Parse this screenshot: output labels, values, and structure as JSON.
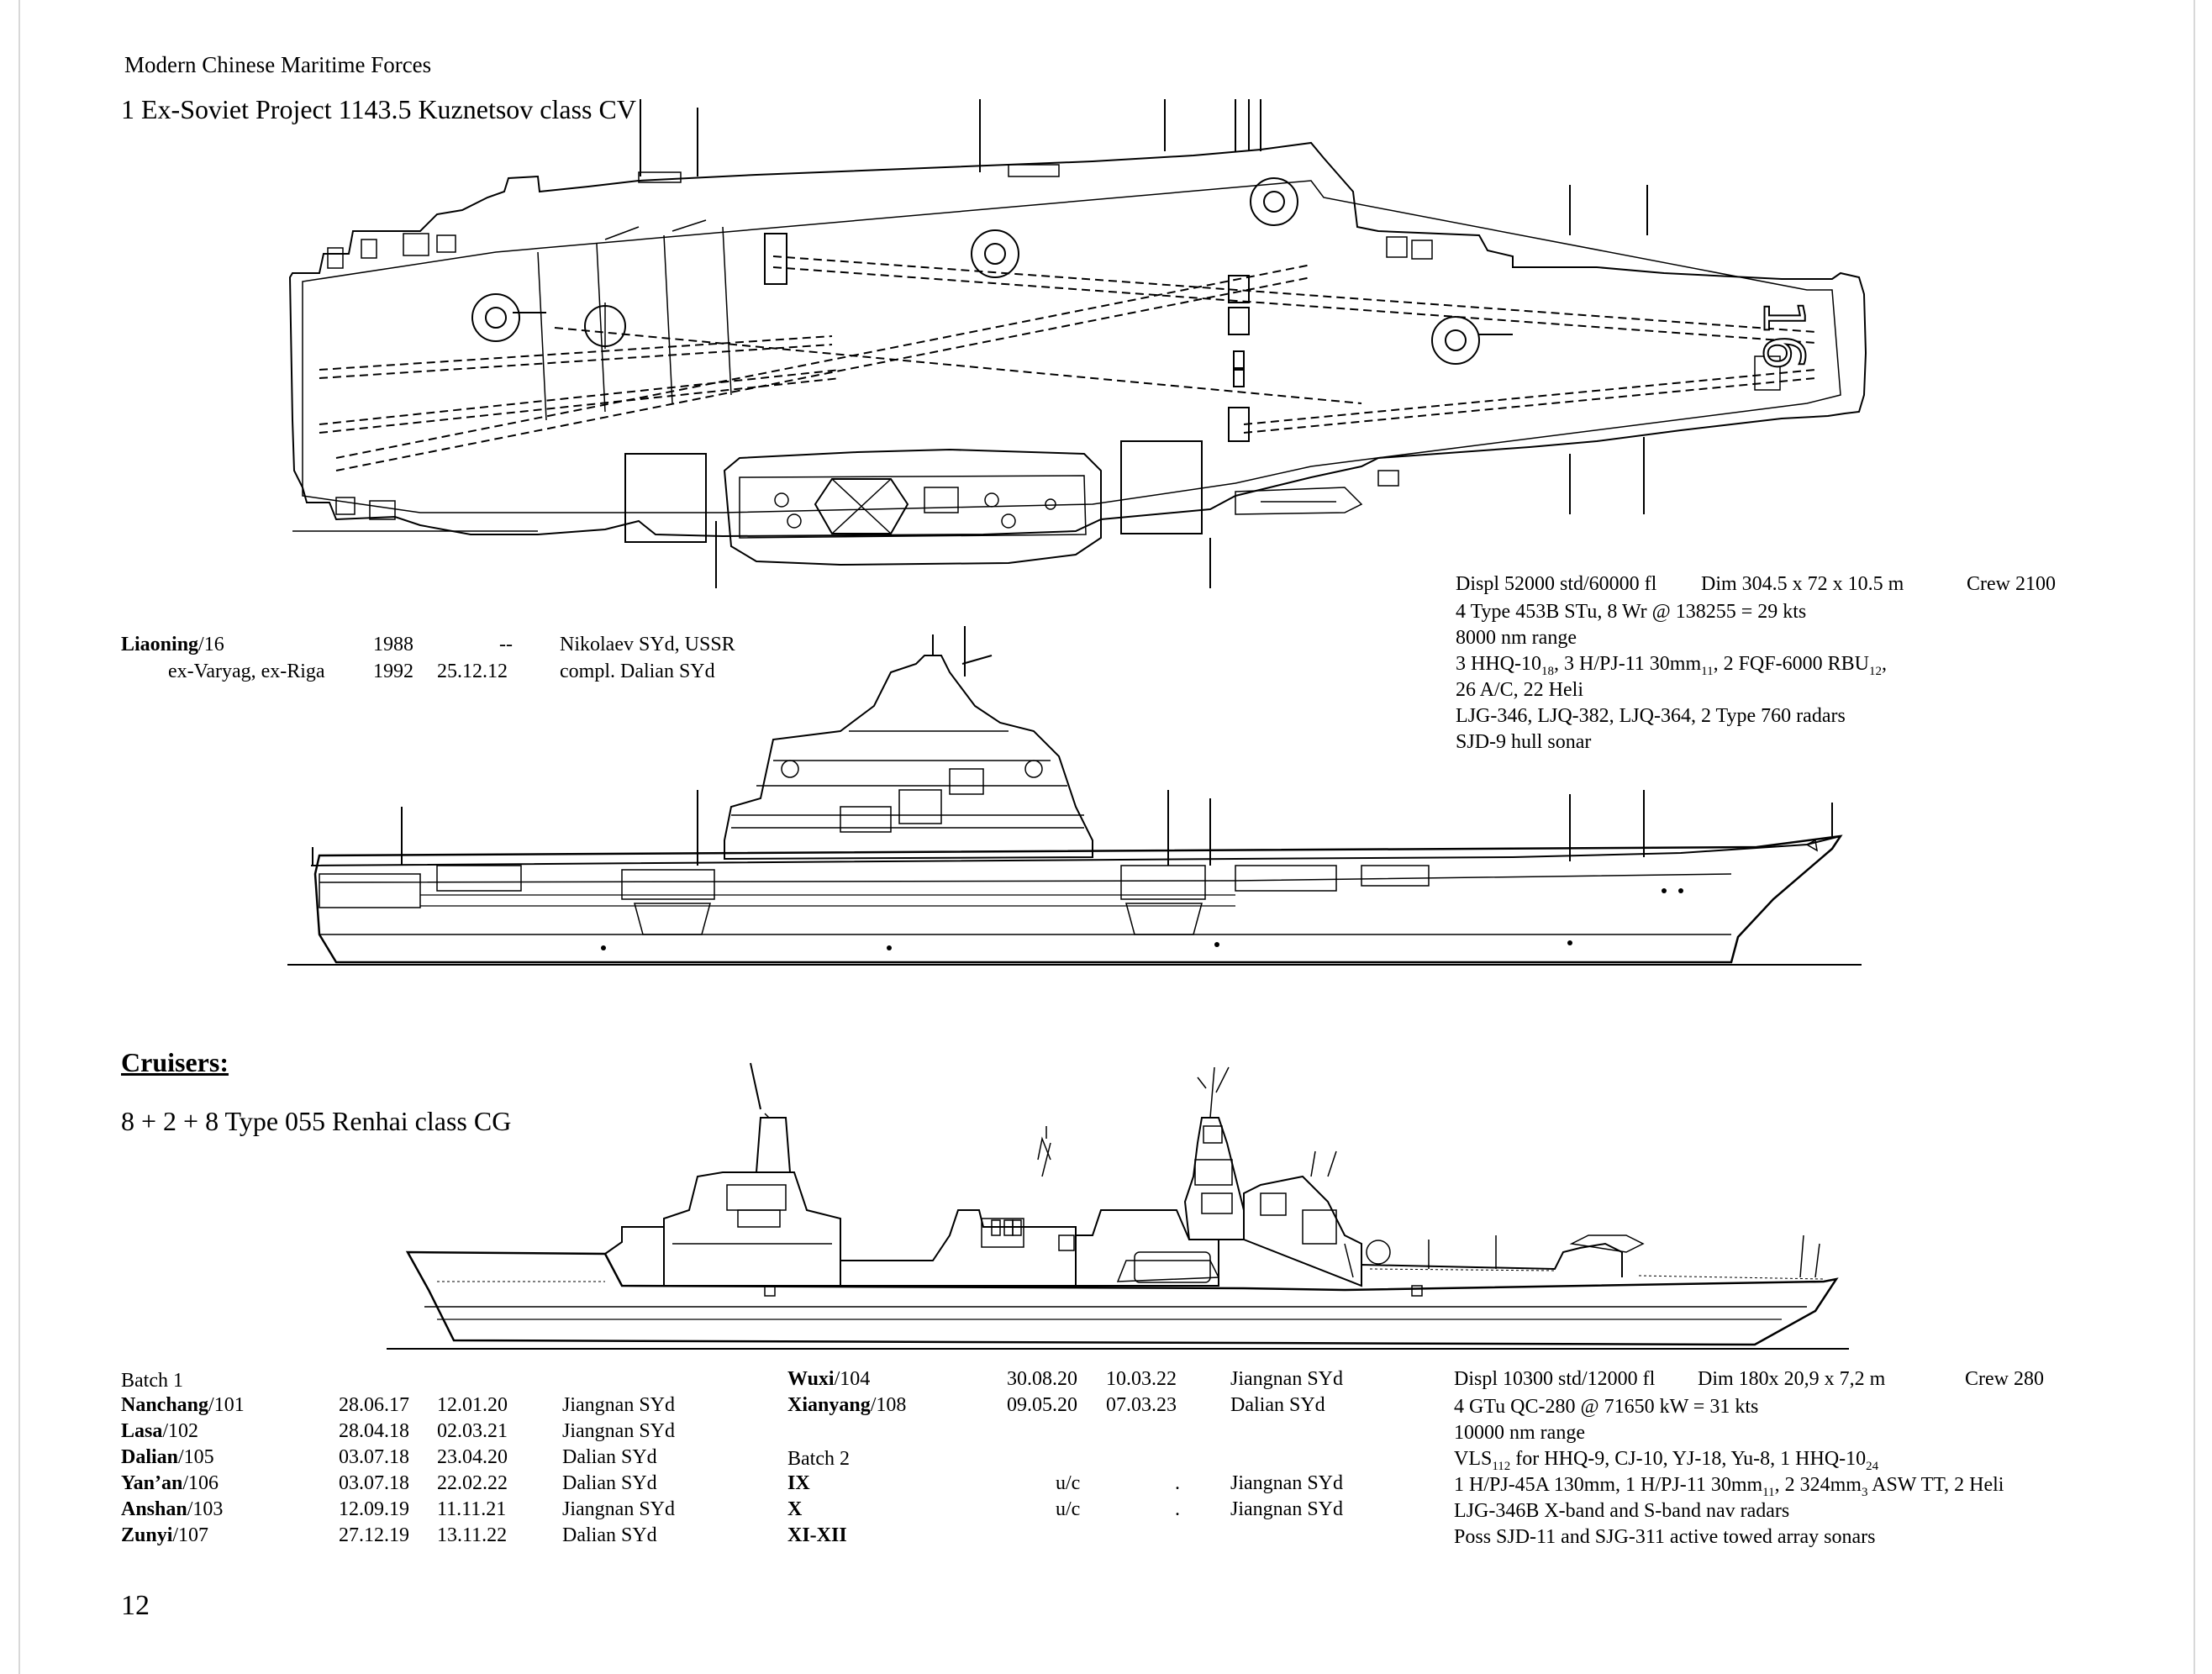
{
  "page": {
    "running_header": "Modern Chinese Maritime Forces",
    "page_number": "12"
  },
  "carrier": {
    "heading": "1 Ex-Soviet Project 1143.5 Kuznetsov class CV",
    "deck_number": "16",
    "ships": [
      {
        "name": "Liaoning",
        "pennant": "/16",
        "col1": "1988",
        "col2": "--",
        "builder": "Nikolaev SYd, USSR"
      },
      {
        "name": "",
        "pennant": "ex-Varyag, ex-Riga",
        "col1": "1992",
        "col2": "25.12.12",
        "builder": "compl. Dalian SYd"
      }
    ],
    "specs": {
      "displ": "Displ 52000 std/60000 fl",
      "dim": "Dim 304.5 x 72 x 10.5 m",
      "crew": "Crew 2100",
      "propulsion": "4 Type 453B STu, 8 Wr @ 138255 = 29 kts",
      "range": "8000 nm range",
      "arm_a": "3 HHQ-10",
      "arm_a_sub": "18",
      "arm_b": ", 3 H/PJ-11 30mm",
      "arm_b_sub": "11",
      "arm_c": ", 2 FQF-6000 RBU",
      "arm_c_sub": "12",
      "arm_d": ",",
      "air": "26 A/C, 22 Heli",
      "radars": "LJG-346, LJQ-382, LJQ-364, 2 Type 760 radars",
      "sonar": "SJD-9 hull sonar"
    }
  },
  "cruisers": {
    "section_title": "Cruisers:",
    "heading": "8 + 2 + 8 Type 055 Renhai class CG",
    "batch1_label": "Batch 1",
    "batch2_label": "Batch 2",
    "left_ships": [
      {
        "name": "Nanchang",
        "pennant": "/101",
        "laid": "28.06.17",
        "comm": "12.01.20",
        "builder": "Jiangnan SYd"
      },
      {
        "name": "Lasa",
        "pennant": "/102",
        "laid": "28.04.18",
        "comm": "02.03.21",
        "builder": "Jiangnan SYd"
      },
      {
        "name": "Dalian",
        "pennant": "/105",
        "laid": "03.07.18",
        "comm": "23.04.20",
        "builder": "Dalian SYd"
      },
      {
        "name": "Yan’an",
        "pennant": "/106",
        "laid": "03.07.18",
        "comm": "22.02.22",
        "builder": "Dalian SYd"
      },
      {
        "name": "Anshan",
        "pennant": "/103",
        "laid": "12.09.19",
        "comm": "11.11.21",
        "builder": "Jiangnan SYd"
      },
      {
        "name": "Zunyi",
        "pennant": "/107",
        "laid": "27.12.19",
        "comm": "13.11.22",
        "builder": "Dalian SYd"
      }
    ],
    "mid_ships": [
      {
        "name": "Wuxi",
        "pennant": "/104",
        "laid": "30.08.20",
        "comm": "10.03.22",
        "builder": "Jiangnan SYd"
      },
      {
        "name": "Xianyang",
        "pennant": "/108",
        "laid": "09.05.20",
        "comm": "07.03.23",
        "builder": "Dalian SYd"
      }
    ],
    "batch2_ships": [
      {
        "name": "IX",
        "laid": "u/c",
        "comm": ".",
        "builder": "Jiangnan SYd"
      },
      {
        "name": "X",
        "laid": "u/c",
        "comm": ".",
        "builder": "Jiangnan SYd"
      },
      {
        "name": "XI-XII",
        "laid": "",
        "comm": "",
        "builder": ""
      }
    ],
    "specs": {
      "displ": "Displ 10300 std/12000 fl",
      "dim": "Dim 180x 20,9 x 7,2 m",
      "crew": "Crew 280",
      "propulsion": "4 GTu QC-280 @ 71650 kW = 31 kts",
      "range": "10000 nm range",
      "vls_a": "VLS",
      "vls_a_sub": "112",
      "vls_b": " for HHQ-9, CJ-10, YJ-18, Yu-8, 1 HHQ-10",
      "vls_b_sub": "24",
      "guns_a": "1 H/PJ-45A 130mm, 1 H/PJ-11 30mm",
      "guns_a_sub": "11",
      "guns_b": ", 2 324mm",
      "guns_b_sub": "3",
      "guns_c": " ASW TT, 2 Heli",
      "radars": "LJG-346B X-band and S-band nav radars",
      "sonars": "Poss SJD-11 and SJG-311 active towed array sonars"
    }
  }
}
